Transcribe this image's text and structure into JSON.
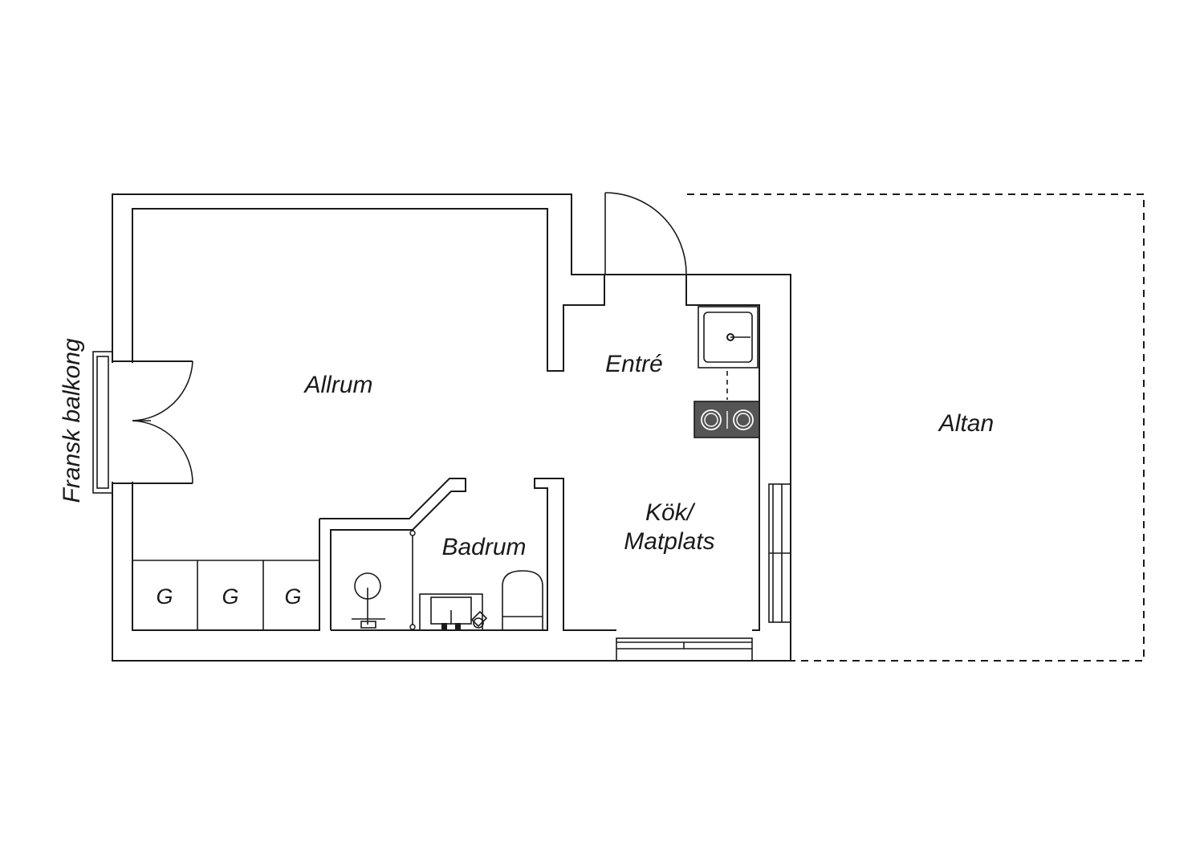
{
  "rooms": {
    "allrum": "Allrum",
    "entre": "Entré",
    "kok_line1": "Kök/",
    "kok_line2": "Matplats",
    "badrum": "Badrum",
    "altan": "Altan"
  },
  "balcony_label": "Fransk balkong",
  "wardrobes": [
    "G",
    "G",
    "G"
  ],
  "colors": {
    "line": "#1a1a1a",
    "stove_fill": "#555555",
    "background": "#ffffff"
  },
  "icons": [
    "sink-icon",
    "stove-icon",
    "toilet-icon",
    "washbasin-icon",
    "shower-icon",
    "door-swing-icon"
  ]
}
